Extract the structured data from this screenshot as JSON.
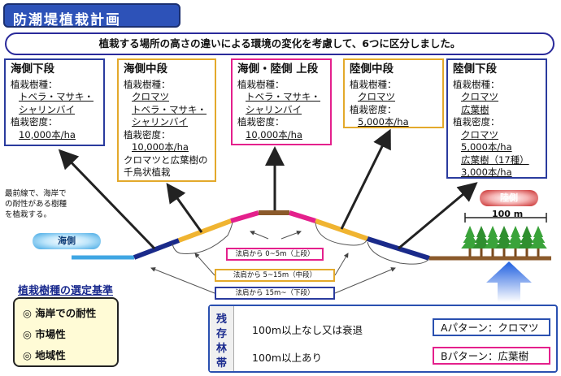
{
  "title": "防潮堤植栽計画",
  "banner": "植栽する場所の高さの違いによる環境の変化を考慮して、6つに区分しました。",
  "cards": [
    {
      "title": "海側下段",
      "species_label": "植栽樹種：",
      "species": [
        "トベラ・マサキ・",
        "シャリンバイ"
      ],
      "density_label": "植栽密度：",
      "density": [
        "10,000本/ha"
      ]
    },
    {
      "title": "海側中段",
      "species_label": "植栽樹種：",
      "species": [
        "クロマツ",
        "トベラ・マサキ・",
        "シャリンバイ"
      ],
      "density_label": "植栽密度：",
      "density": [
        "10,000本/ha"
      ],
      "note": [
        "クロマツと広葉樹の",
        "千鳥状植栽"
      ]
    },
    {
      "title": "海側・陸側 上段",
      "species_label": "植栽樹種：",
      "species": [
        "トベラ・マサキ・",
        "シャリンバイ"
      ],
      "density_label": "植栽密度：",
      "density": [
        "10,000本/ha"
      ]
    },
    {
      "title": "陸側中段",
      "species_label": "植栽樹種：",
      "species": [
        "クロマツ"
      ],
      "density_label": "植栽密度：",
      "density": [
        "5,000本/ha"
      ]
    },
    {
      "title": "陸側下段",
      "species_label": "植栽樹種：",
      "species": [
        "クロマツ",
        "広葉樹"
      ],
      "density_label": "植栽密度：",
      "density": [
        "クロマツ",
        "5,000本/ha",
        "広葉樹（17種）",
        "3,000本/ha"
      ]
    }
  ],
  "frontline_note": [
    "最前線で、海岸で",
    "の耐性がある樹種",
    "を植栽する。"
  ],
  "sea_label": "海側",
  "land_label": "陸側",
  "forest_width": "100 m",
  "zones": [
    "法肩から 0~5m（上段）",
    "法肩から 5~15m（中段）",
    "法肩から 15m~（下段）"
  ],
  "criteria": {
    "title": "植栽樹種の選定基準",
    "items": [
      "◎ 海岸での耐性",
      "◎ 市場性",
      "◎ 地域性"
    ]
  },
  "remaining_forest": {
    "label": "残存林帯",
    "rows": [
      {
        "condition": "100m以上なし又は衰退",
        "pattern": "Aパターン：クロマツ"
      },
      {
        "condition": "100m以上あり",
        "pattern": "Bパターン：広葉樹"
      }
    ]
  },
  "colors": {
    "blue": "#2a3b9e",
    "orange": "#f0b431",
    "pink": "#e4208c",
    "brown": "#8b5a2b",
    "sea": "#3fa6e3",
    "arrow_fill": "#1e5fe0"
  }
}
